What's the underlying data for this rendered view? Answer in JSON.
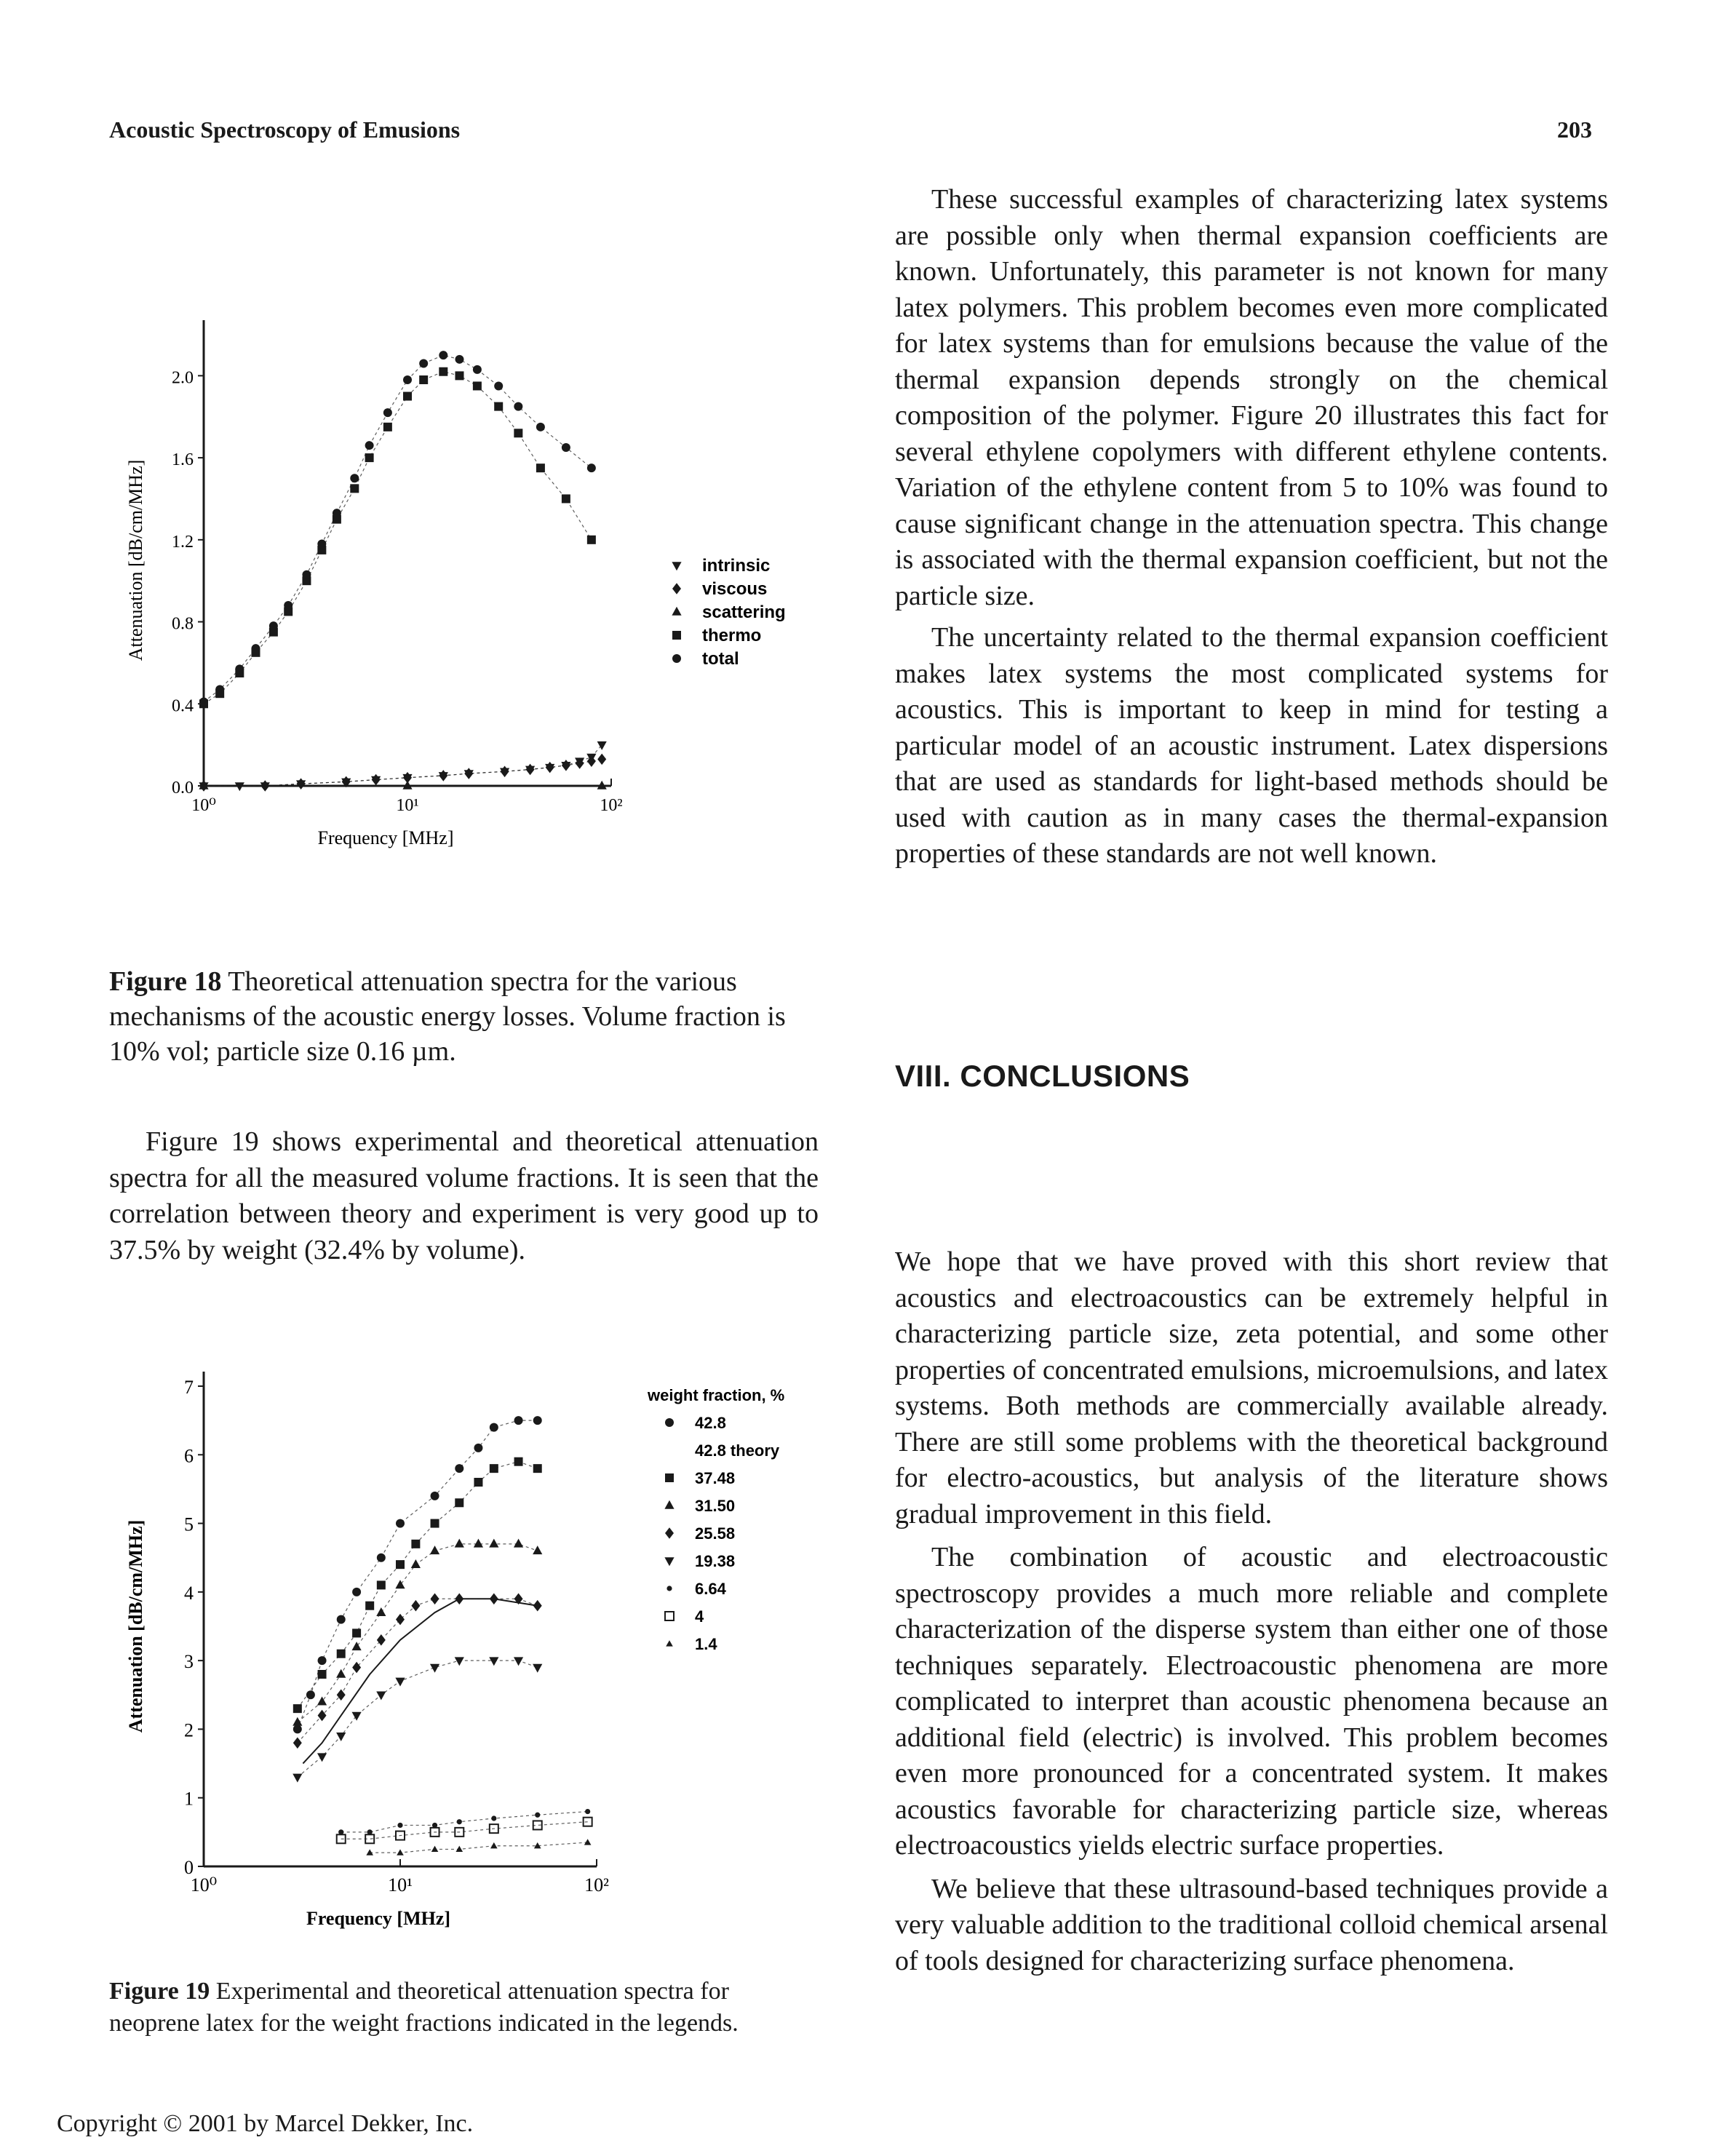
{
  "header": {
    "title": "Acoustic Spectroscopy of Emusions",
    "page_number": "203"
  },
  "right_column": {
    "para1": "These successful examples of characterizing latex systems are possible only when thermal expansion coefficients are known. Unfortunately, this parameter is not known for many latex polymers. This problem becomes even more complicated for latex systems than for emulsions because the value of the thermal expansion depends strongly on the chemical composition of the polymer. Figure 20 illustrates this fact for several ethylene copolymers with different ethylene contents. Variation of the ethylene content from 5 to 10% was found to cause significant change in the attenuation spectra. This change is associated with the thermal expansion coefficient, but not the particle size.",
    "para2": "The uncertainty related to the thermal expansion coefficient makes latex systems the most complicated systems for acoustics. This is important to keep in mind for testing a particular model of an acoustic instrument. Latex dispersions that are used as standards for light-based methods should be used with caution as in many cases the thermal-expansion properties of these standards are not well known.",
    "section_title": "VIII. CONCLUSIONS",
    "conc1": "We hope that we have proved with this short review that acoustics and electroacoustics can be extremely helpful in characterizing particle size, zeta potential, and some other properties of concentrated emulsions, microemulsions, and latex systems. Both methods are commercially available already. There are still some problems with the theoretical background for electro-acoustics, but analysis of the literature shows gradual improvement in this field.",
    "conc2": "The combination of acoustic and electroacoustic spectroscopy provides a much more reliable and complete characterization of the disperse system than either one of those techniques separately. Electroacoustic phenomena are more complicated to interpret than acoustic phenomena because an additional field (electric) is involved. This problem becomes even more pronounced for a concentrated system. It makes acoustics favorable for characterizing particle size, whereas electroacoustics yields electric surface properties.",
    "conc3": "We believe that these ultrasound-based techniques provide a very valuable addition to the traditional colloid chemical arsenal of tools designed for characterizing surface phenomena."
  },
  "left_column": {
    "fig18_label": "Figure 18",
    "fig18_text": " Theoretical attenuation spectra for the various mechanisms of the acoustic energy losses. Volume fraction is 10% vol; particle size 0.16 µm.",
    "para": "Figure 19 shows experimental and theoretical attenuation spectra for all the measured volume fractions. It is seen that the correlation between theory and experiment is very good up to 37.5% by weight (32.4% by volume).",
    "fig19_label": "Figure 19",
    "fig19_text": " Experimental and theoretical attenuation spectra for neoprene latex for the weight fractions indicated in the legends."
  },
  "footer": {
    "copyright": "Copyright © 2001 by Marcel Dekker, Inc."
  },
  "chart_data": [
    {
      "type": "scatter",
      "title": "",
      "xlabel": "Frequency [MHz]",
      "ylabel": "Attenuation [dB/cm/MHz]",
      "x_scale": "log",
      "xlim": [
        1,
        100
      ],
      "ylim": [
        0,
        2.2
      ],
      "x_ticks": [
        "10⁰",
        "10¹",
        "10²"
      ],
      "y_ticks": [
        "0.0",
        "0.4",
        "0.8",
        "1.2",
        "1.6",
        "2.0"
      ],
      "legend_position": "right",
      "series": [
        {
          "name": "intrinsic",
          "marker": "triangle-down",
          "x": [
            1,
            1.5,
            2,
            3,
            5,
            7,
            10,
            15,
            20,
            30,
            40,
            50,
            60,
            70,
            80,
            90
          ],
          "y": [
            0.0,
            0.0,
            0.0,
            0.01,
            0.02,
            0.03,
            0.04,
            0.05,
            0.06,
            0.07,
            0.08,
            0.09,
            0.1,
            0.12,
            0.14,
            0.2
          ]
        },
        {
          "name": "viscous",
          "marker": "diamond",
          "x": [
            1,
            2,
            3,
            5,
            7,
            10,
            15,
            20,
            30,
            40,
            50,
            60,
            70,
            80,
            90
          ],
          "y": [
            0.0,
            0.0,
            0.01,
            0.02,
            0.03,
            0.04,
            0.05,
            0.06,
            0.07,
            0.08,
            0.09,
            0.1,
            0.11,
            0.12,
            0.13
          ]
        },
        {
          "name": "scattering",
          "marker": "triangle-up",
          "x": [
            1,
            10,
            90
          ],
          "y": [
            0.0,
            0.0,
            0.0
          ]
        },
        {
          "name": "thermo",
          "marker": "square",
          "x": [
            1,
            1.2,
            1.5,
            1.8,
            2.2,
            2.6,
            3.2,
            3.8,
            4.5,
            5.5,
            6.5,
            8,
            10,
            12,
            15,
            18,
            22,
            28,
            35,
            45,
            60,
            80
          ],
          "y": [
            0.4,
            0.45,
            0.55,
            0.65,
            0.75,
            0.85,
            1.0,
            1.15,
            1.3,
            1.45,
            1.6,
            1.75,
            1.9,
            1.98,
            2.02,
            2.0,
            1.95,
            1.85,
            1.72,
            1.55,
            1.4,
            1.2
          ]
        },
        {
          "name": "total",
          "marker": "circle",
          "x": [
            1,
            1.2,
            1.5,
            1.8,
            2.2,
            2.6,
            3.2,
            3.8,
            4.5,
            5.5,
            6.5,
            8,
            10,
            12,
            15,
            18,
            22,
            28,
            35,
            45,
            60,
            80
          ],
          "y": [
            0.41,
            0.47,
            0.57,
            0.67,
            0.78,
            0.88,
            1.03,
            1.18,
            1.33,
            1.5,
            1.66,
            1.82,
            1.98,
            2.06,
            2.1,
            2.08,
            2.03,
            1.95,
            1.85,
            1.75,
            1.65,
            1.55
          ]
        }
      ]
    },
    {
      "type": "scatter",
      "title": "",
      "xlabel": "Frequency [MHz]",
      "ylabel": "Attenuation [dB/cm/MHz]",
      "x_scale": "log",
      "xlim": [
        1,
        100
      ],
      "ylim": [
        0,
        7
      ],
      "x_ticks": [
        "10⁰",
        "10¹",
        "10²"
      ],
      "y_ticks": [
        "0",
        "1",
        "2",
        "3",
        "4",
        "5",
        "6",
        "7"
      ],
      "legend_title": "weight fraction, %",
      "legend_position": "top-right",
      "series": [
        {
          "name": "42.8",
          "marker": "circle",
          "x": [
            3,
            3.5,
            4,
            5,
            6,
            8,
            10,
            15,
            20,
            25,
            30,
            40,
            50
          ],
          "y": [
            2.0,
            2.5,
            3.0,
            3.6,
            4.0,
            4.5,
            5.0,
            5.4,
            5.8,
            6.1,
            6.4,
            6.5,
            6.5
          ]
        },
        {
          "name": "42.8 theory",
          "marker": "line",
          "x": [
            3.2,
            4,
            5,
            7,
            10,
            15,
            20,
            30,
            50
          ],
          "y": [
            1.5,
            1.8,
            2.2,
            2.8,
            3.3,
            3.7,
            3.9,
            3.9,
            3.8
          ]
        },
        {
          "name": "37.48",
          "marker": "square",
          "x": [
            3,
            4,
            5,
            6,
            7,
            8,
            10,
            12,
            15,
            20,
            25,
            30,
            40,
            50
          ],
          "y": [
            2.3,
            2.8,
            3.1,
            3.4,
            3.8,
            4.1,
            4.4,
            4.7,
            5.0,
            5.3,
            5.6,
            5.8,
            5.9,
            5.8
          ]
        },
        {
          "name": "31.50",
          "marker": "triangle-up",
          "x": [
            3,
            4,
            5,
            6,
            8,
            10,
            12,
            15,
            20,
            25,
            30,
            40,
            50
          ],
          "y": [
            2.1,
            2.4,
            2.8,
            3.2,
            3.7,
            4.1,
            4.4,
            4.6,
            4.7,
            4.7,
            4.7,
            4.7,
            4.6
          ]
        },
        {
          "name": "25.58",
          "marker": "diamond",
          "x": [
            3,
            4,
            5,
            6,
            8,
            10,
            12,
            15,
            20,
            30,
            40,
            50
          ],
          "y": [
            1.8,
            2.2,
            2.5,
            2.9,
            3.3,
            3.6,
            3.8,
            3.9,
            3.9,
            3.9,
            3.9,
            3.8
          ]
        },
        {
          "name": "19.38",
          "marker": "triangle-down",
          "x": [
            3,
            4,
            5,
            6,
            8,
            10,
            15,
            20,
            30,
            40,
            50
          ],
          "y": [
            1.3,
            1.6,
            1.9,
            2.2,
            2.5,
            2.7,
            2.9,
            3.0,
            3.0,
            3.0,
            2.9
          ]
        },
        {
          "name": "6.64",
          "marker": "dot",
          "x": [
            5,
            7,
            10,
            15,
            20,
            30,
            50,
            90
          ],
          "y": [
            0.5,
            0.5,
            0.6,
            0.6,
            0.65,
            0.7,
            0.75,
            0.8
          ]
        },
        {
          "name": "4",
          "marker": "open-square",
          "x": [
            5,
            7,
            10,
            15,
            20,
            30,
            50,
            90
          ],
          "y": [
            0.4,
            0.4,
            0.45,
            0.5,
            0.5,
            0.55,
            0.6,
            0.65
          ]
        },
        {
          "name": "1.4",
          "marker": "small-triangle",
          "x": [
            7,
            10,
            15,
            20,
            30,
            50,
            90
          ],
          "y": [
            0.2,
            0.2,
            0.25,
            0.25,
            0.3,
            0.3,
            0.35
          ]
        }
      ]
    }
  ]
}
